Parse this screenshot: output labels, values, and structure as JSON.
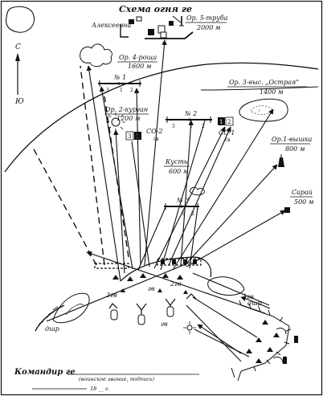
{
  "title": "Схема огня ге",
  "north": {
    "top": "С",
    "bottom": "Ю"
  },
  "landmarks": [
    {
      "id": "alekseevna",
      "name": "Алексеевна",
      "distance": ""
    },
    {
      "id": "or5",
      "name": "Ор. 5-труба",
      "distance": "2000 м"
    },
    {
      "id": "or4",
      "name": "Ор. 4-роща",
      "distance": "1600 м"
    },
    {
      "id": "or3",
      "name": "Ор. 3-выс. „Острая\"",
      "distance": "1400 м"
    },
    {
      "id": "or2",
      "name": "Ор. 2-курган",
      "distance": "1200 м"
    },
    {
      "id": "or1",
      "name": "Ор.1-вышка",
      "distance": "800 м"
    },
    {
      "id": "kusty",
      "name": "Кусты",
      "distance": "600 м"
    },
    {
      "id": "saray",
      "name": "Сарай",
      "distance": "500 м"
    }
  ],
  "sectors": [
    {
      "id": "n1",
      "label": "№ 1",
      "ticks": [
        "3",
        "1",
        "2"
      ]
    },
    {
      "id": "n2",
      "label": "№ 2",
      "ticks": [
        "3",
        "1",
        "2"
      ]
    },
    {
      "id": "n3",
      "label": "№ 3",
      "ticks": [
        "1",
        "2"
      ]
    }
  ],
  "so": [
    {
      "id": "so1",
      "label": "СО-1",
      "sub": "гв",
      "box_left": "1",
      "box_right": "2"
    },
    {
      "id": "so2",
      "label": "СО-2",
      "sub": "гв",
      "box_left": "3",
      "box_right": "1"
    }
  ],
  "units": {
    "gv": "гв",
    "g3": "3гв",
    "g2": "2гв",
    "g1": "1гв",
    "dshr": "дшр"
  },
  "signature": {
    "commander": "Командир ге",
    "caption": "(воинское звание, подпись)",
    "date": "18 __ г."
  }
}
